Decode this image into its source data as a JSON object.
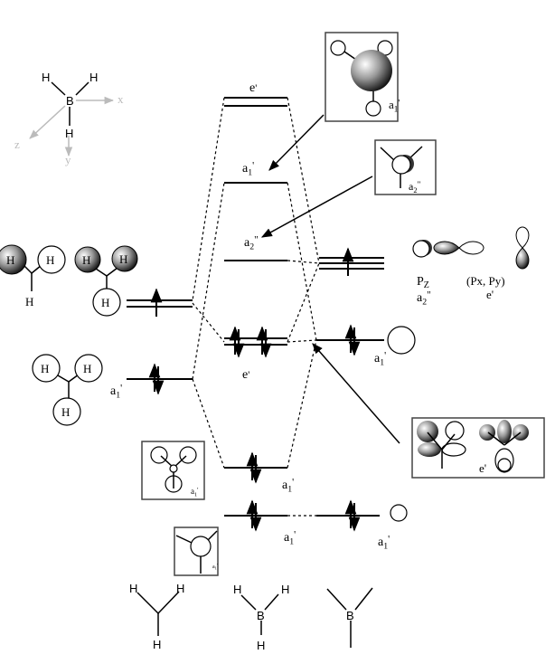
{
  "labels": {
    "e_prime_top": {
      "main": "e",
      "sub": "",
      "prime": "'"
    },
    "a1_prime_upper": {
      "main": "a",
      "sub": "1",
      "prime": "'"
    },
    "a2_dprime_mid": {
      "main": "a",
      "sub": "2",
      "prime": "\""
    },
    "e_prime_occ": {
      "main": "e",
      "sub": "",
      "prime": "'"
    },
    "a1_prime_low1": {
      "main": "a",
      "sub": "1",
      "prime": "'"
    },
    "a1_prime_low2": {
      "main": "a",
      "sub": "1",
      "prime": "'"
    },
    "h3_a1_prime": {
      "main": "a",
      "sub": "1",
      "prime": "'"
    },
    "b_s_a1_prime": {
      "main": "a",
      "sub": "1",
      "prime": "'"
    },
    "b_core_a1_prime": {
      "main": "a",
      "sub": "1",
      "prime": "'"
    },
    "box_top_a1_prime": {
      "main": "a",
      "sub": "1",
      "prime": "'"
    },
    "box_a2_dprime": {
      "main": "a",
      "sub": "2",
      "prime": "\""
    },
    "box_low_a1_prime": {
      "main": "a",
      "sub": "1",
      "prime": "'"
    },
    "box_small_a1_prime": {
      "main": "a",
      "sub": "1",
      "prime": "'"
    },
    "b_pz_sym": {
      "main": "a",
      "sub": "2",
      "prime": "\""
    }
  },
  "text": {
    "pz_main": "P",
    "pz_sub": "Z",
    "pxpy": "(Px, Py)",
    "pxpy_sym": "e'",
    "box_e_prime": "e'",
    "hydrogen": "H",
    "boron": "B",
    "axis_x": "x",
    "axis_y": "y",
    "axis_z": "z"
  },
  "colors": {
    "line": "#000000",
    "axis": "#bbbbbb",
    "box_border": "#444444"
  }
}
